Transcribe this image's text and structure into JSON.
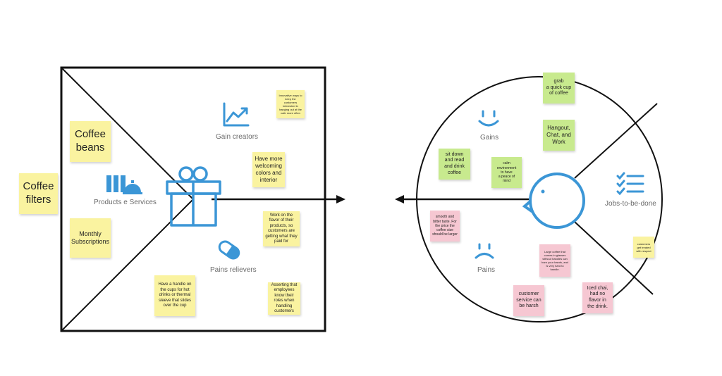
{
  "labels": {
    "products_services": "Products e Services",
    "gain_creators": "Gain creators",
    "pains_relievers": "Pains relievers",
    "gains": "Gains",
    "pains": "Pains",
    "jobs_to_be_done": "Jobs-to-be-done"
  },
  "colors": {
    "icon_blue": "#3b96d6",
    "yellow": "#faf3a0",
    "green": "#c8ea8e",
    "pink": "#f6c7d2"
  },
  "notes": {
    "coffee_filters": "Coffee\nfilters",
    "coffee_beans": "Coffee\nbeans",
    "monthly_subscriptions": "Monthly\nSubscriptions",
    "innovative_ways": "Innovative ways to keep the customers interested in hanging out at the cafe more often",
    "welcoming_colors": "Have more welcoming colors and interior",
    "flavor_products": "Work on the flavor of their products, so customers are getting what they paid for",
    "handle_cups": "Have a handle on the cups for hot drinks or thermal sleeve that slides over the cup",
    "employees_roles": "Asserting that employees know their roles when handling customers",
    "quick_cup": "grab\na quick cup\nof coffee",
    "hangout": "Hangout,\nChat, and\nWork",
    "sit_down": "sit down\nand read\nand drink\ncoffee",
    "calm_environment": "calm\nenvironment\nto have\na peace of\nmind",
    "smooth_bitter": "smooth and bitter taste. For the price the coffee size should be larger",
    "large_coffee": "Large coffee that comes in glasses without handles can burn your hands, and is very hard to handle.",
    "customer_service": "customer\nservice can\nbe harsh",
    "iced_chai": "Iced chai,\nhad no\nflavor in\nthe drink.",
    "treated_respect": "customers get treated with respect"
  }
}
